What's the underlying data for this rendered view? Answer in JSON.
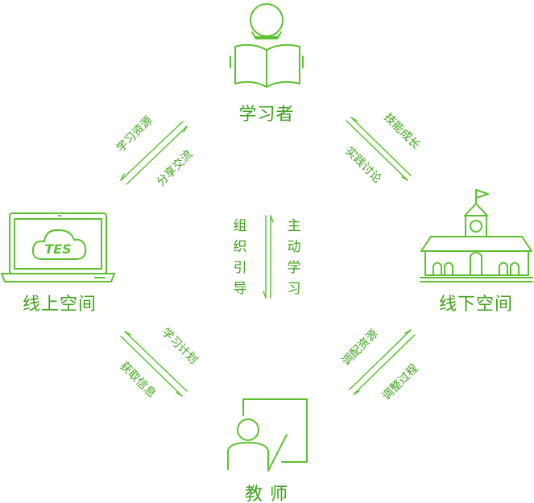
{
  "colors": {
    "accent": "#5cc130",
    "text": "#3ea31a"
  },
  "nodes": {
    "learner": {
      "label": "学习者",
      "icon": "student-reading-icon"
    },
    "online": {
      "label": "线上空间",
      "icon": "laptop-cloud-icon",
      "cloud_text": "TES"
    },
    "offline": {
      "label": "线下空间",
      "icon": "school-building-icon"
    },
    "teacher": {
      "label": "教 师",
      "icon": "teacher-board-icon"
    }
  },
  "flows": {
    "top_left_outer": "学习资源",
    "top_left_inner": "分享交流",
    "top_right_outer": "技能成长",
    "top_right_inner": "实践讨论",
    "bottom_left_inner": "学习计划",
    "bottom_left_outer": "获取信息",
    "bottom_right_inner": "调配资源",
    "bottom_right_outer": "调整过程",
    "center_left": [
      "组",
      "织",
      "引",
      "导"
    ],
    "center_right": [
      "主",
      "动",
      "学",
      "习"
    ]
  }
}
